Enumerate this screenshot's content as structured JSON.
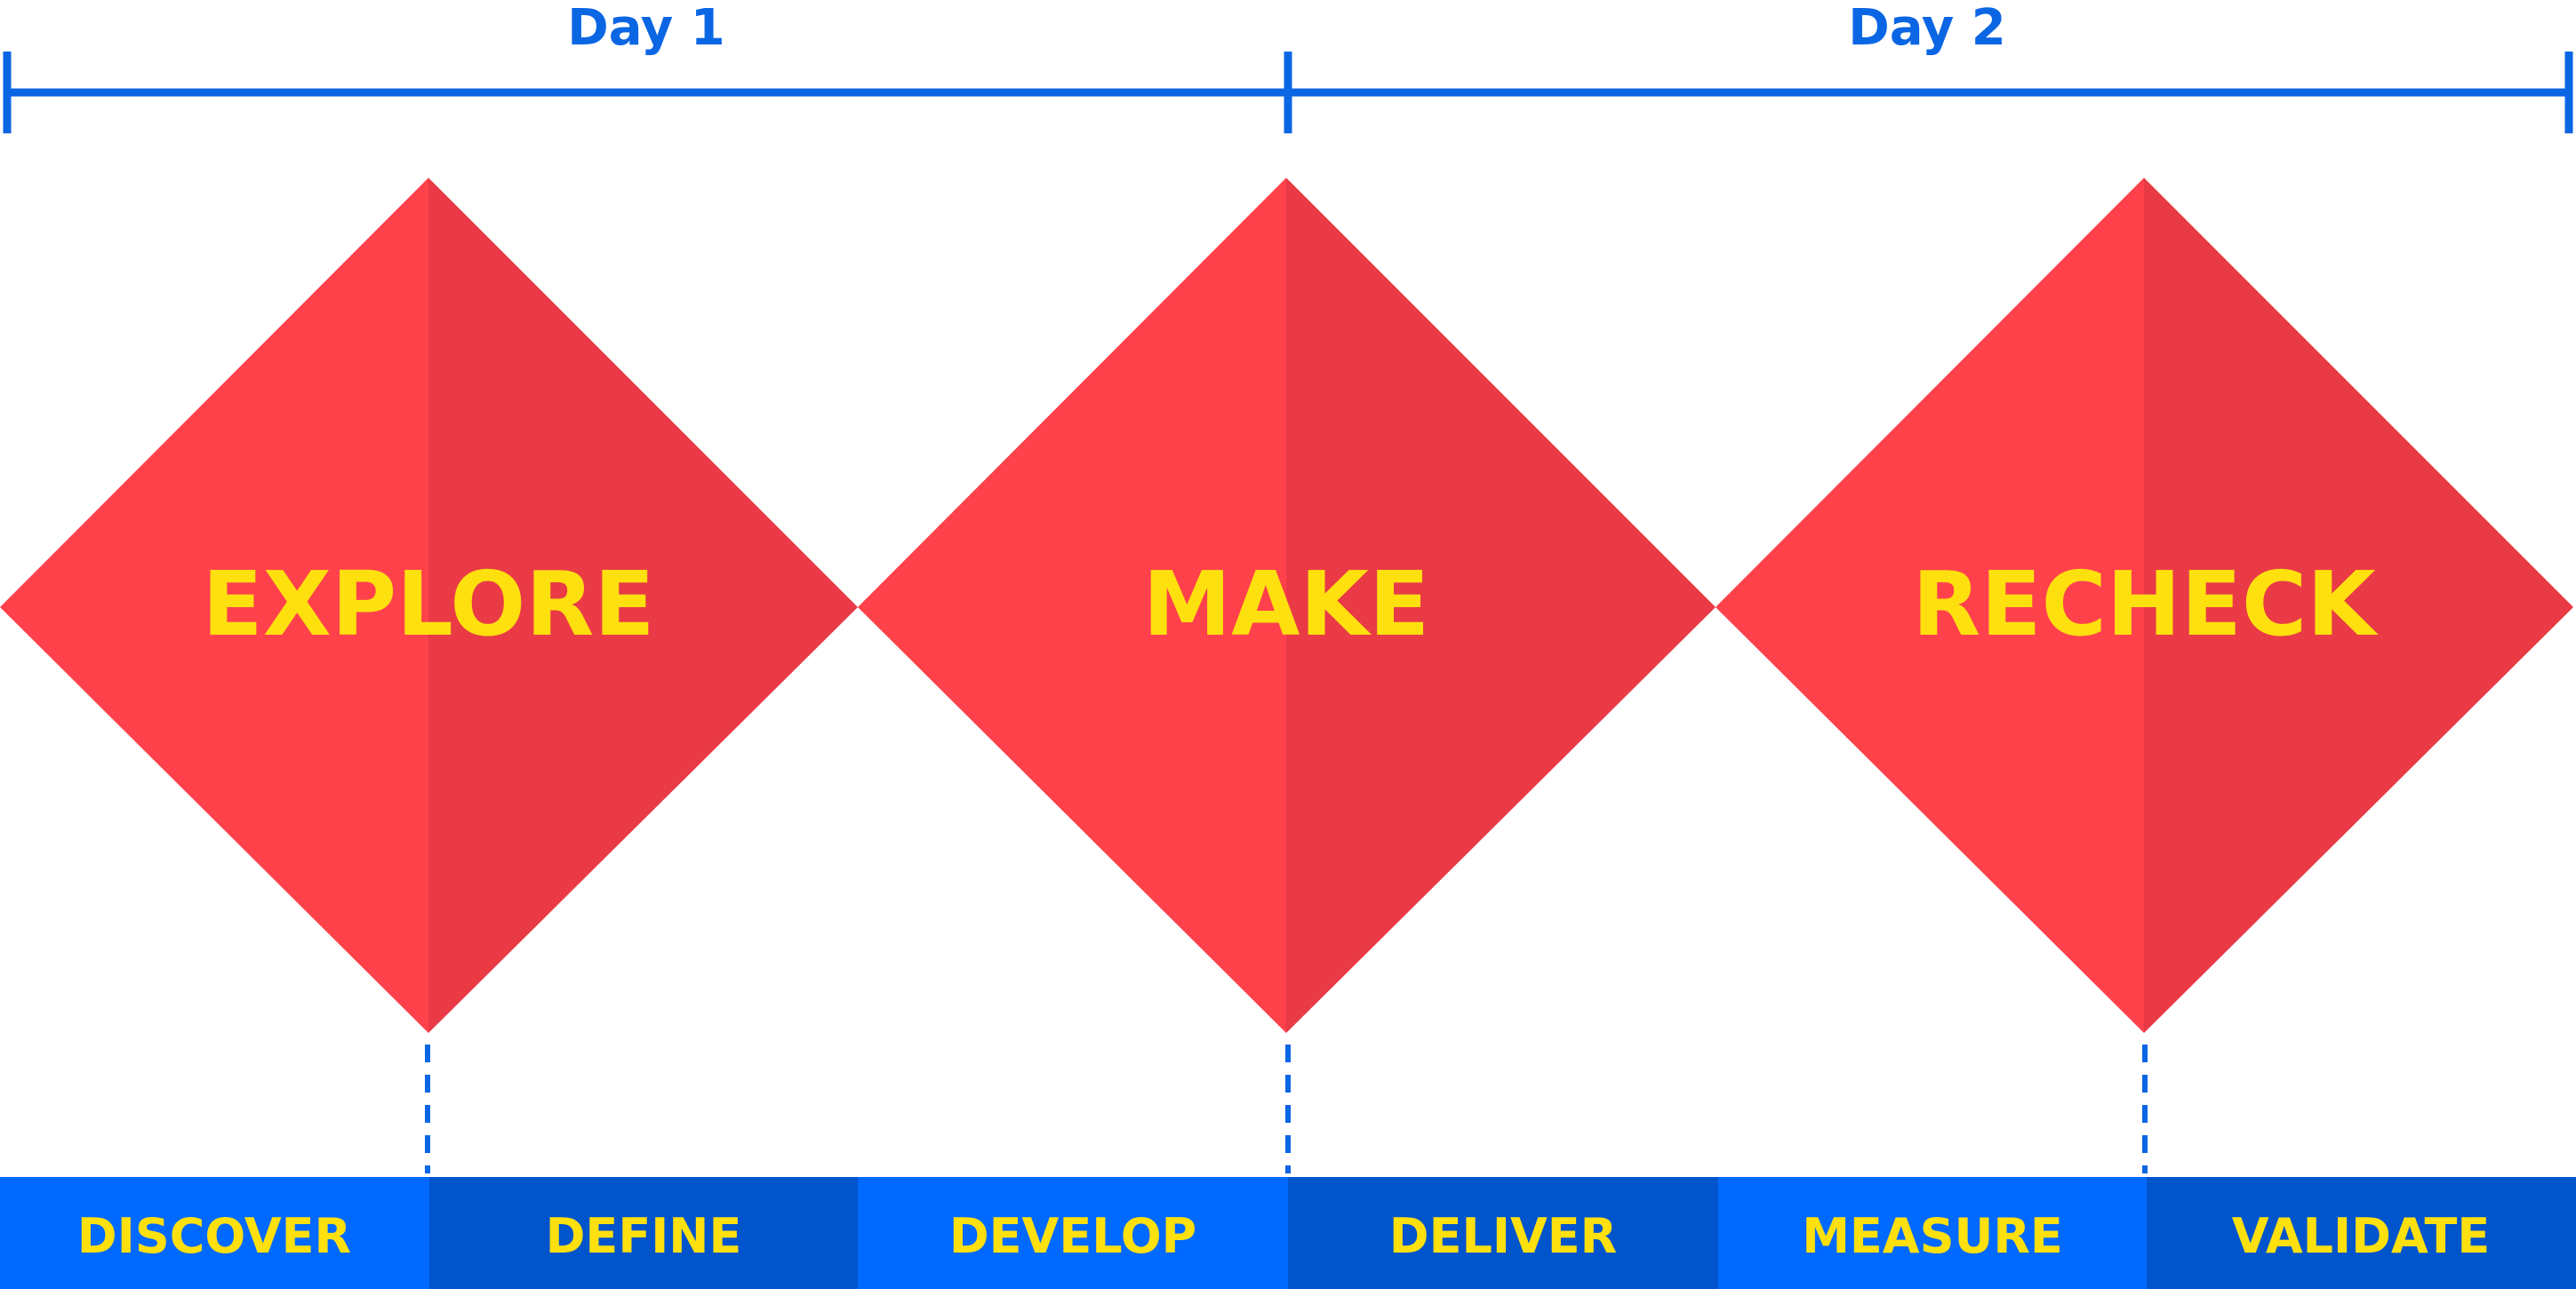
{
  "colors": {
    "timeline": "#0b66e4",
    "diamond_left": "#ff414b",
    "diamond_right": "#e93a46",
    "diamond_text": "#ffe00f",
    "phase_light": "#0069ff",
    "phase_dark": "#0054cc",
    "phase_text": "#ffe00f",
    "dashed": "#0b66e4"
  },
  "days": [
    {
      "label": "Day 1"
    },
    {
      "label": "Day 2"
    }
  ],
  "diamonds": [
    {
      "label": "EXPLORE"
    },
    {
      "label": "MAKE"
    },
    {
      "label": "RECHECK"
    }
  ],
  "phases": [
    {
      "label": "DISCOVER"
    },
    {
      "label": "DEFINE"
    },
    {
      "label": "DEVELOP"
    },
    {
      "label": "DELIVER"
    },
    {
      "label": "MEASURE"
    },
    {
      "label": "VALIDATE"
    }
  ]
}
